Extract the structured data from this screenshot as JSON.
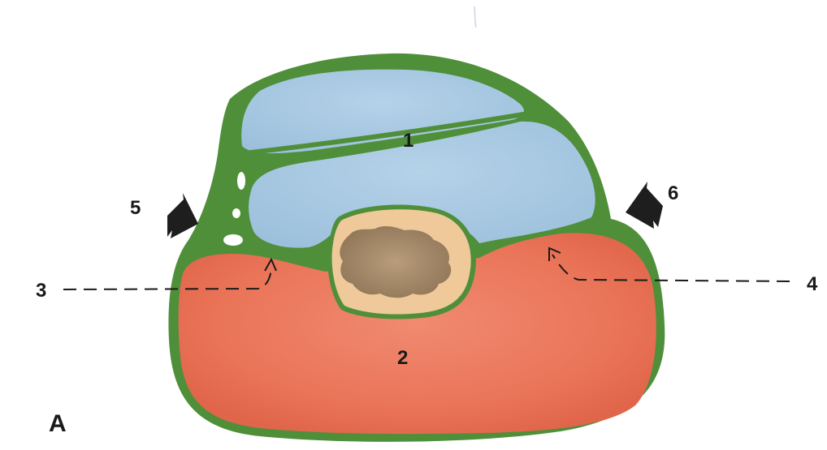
{
  "diagram": {
    "labels": {
      "region_1": "1",
      "region_2": "2",
      "pointer_3": "3",
      "pointer_4": "4",
      "arrow_5": "5",
      "arrow_6": "6",
      "panel": "A"
    },
    "colors": {
      "outline_green": "#4f8f3a",
      "upper_blue": "#a9c9e2",
      "lower_red": "#ec7a5d",
      "core_tan": "#efc99a",
      "core_brown": "#a48a6a",
      "arrow_black": "#1e1e1e"
    }
  }
}
